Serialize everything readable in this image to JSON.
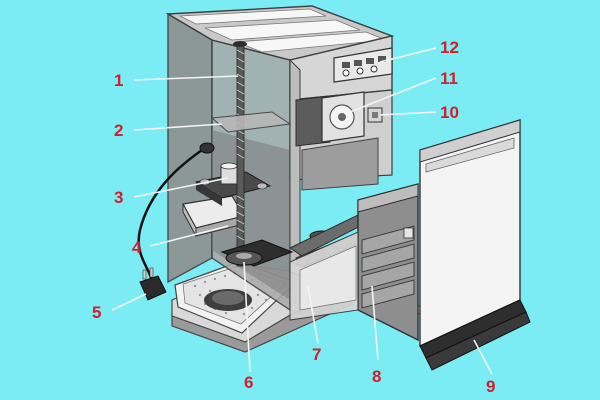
{
  "callouts": [
    {
      "id": "1",
      "label": "1"
    },
    {
      "id": "2",
      "label": "2"
    },
    {
      "id": "3",
      "label": "3"
    },
    {
      "id": "4",
      "label": "4"
    },
    {
      "id": "5",
      "label": "5"
    },
    {
      "id": "6",
      "label": "6"
    },
    {
      "id": "7",
      "label": "7"
    },
    {
      "id": "8",
      "label": "8"
    },
    {
      "id": "9",
      "label": "9"
    },
    {
      "id": "10",
      "label": "10"
    },
    {
      "id": "11",
      "label": "11"
    },
    {
      "id": "12",
      "label": "12"
    }
  ],
  "colors": {
    "background": "#7cecf4",
    "callout_number": "#d0202a",
    "leader_line": "#f4f4f4"
  }
}
